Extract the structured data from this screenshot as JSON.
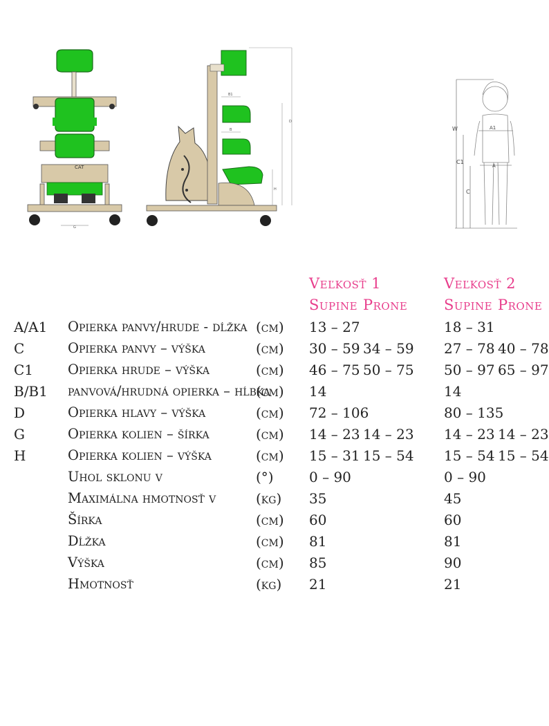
{
  "header": {
    "size1": "Veľkosť 1",
    "size2": "Veľkosť 2",
    "supine": "Supine",
    "prone": "Prone"
  },
  "figures": {
    "labels": {
      "w": "W",
      "a1": "A1",
      "a": "A",
      "c1": "C1",
      "c": "C",
      "cat": "CAT",
      "b1": "B1",
      "b": "B",
      "g": "G",
      "d": "D",
      "h": "H"
    }
  },
  "colors": {
    "accent": "#e83e8c",
    "green": "#1fc21f",
    "wood": "#d8c9a8"
  },
  "rows": [
    {
      "code": "A/A1",
      "desc": "Opierka panvy/hrude - dĺžka",
      "unit": "(cm)",
      "s1_supine": "13 – 27",
      "s1_prone": "",
      "s2_supine": "18 – 31",
      "s2_prone": ""
    },
    {
      "code": "C",
      "desc": "Opierka panvy – výška",
      "unit": "(cm)",
      "s1_supine": "30 – 59",
      "s1_prone": "34 – 59",
      "s2_supine": "27 – 78",
      "s2_prone": "40 – 78"
    },
    {
      "code": "C1",
      "desc": "Opierka hrude – výška",
      "unit": "(cm)",
      "s1_supine": "46 – 75",
      "s1_prone": "50 – 75",
      "s2_supine": "50 – 97",
      "s2_prone": "65 – 97"
    },
    {
      "code": "B/B1",
      "desc": "panvová/hrudná opierka – hĺbka",
      "unit": "(cm)",
      "s1_supine": "14",
      "s1_prone": "",
      "s2_supine": "14",
      "s2_prone": ""
    },
    {
      "code": "D",
      "desc": "Opierka hlavy – výška",
      "unit": "(cm)",
      "s1_supine": "72 – 106",
      "s1_prone": "",
      "s2_supine": "80 – 135",
      "s2_prone": ""
    },
    {
      "code": "G",
      "desc": "Opierka kolien – šírka",
      "unit": "(cm)",
      "s1_supine": "14 – 23",
      "s1_prone": "14 – 23",
      "s2_supine": "14 – 23",
      "s2_prone": "14 – 23"
    },
    {
      "code": "H",
      "desc": "Opierka kolien – výška",
      "unit": "(cm)",
      "s1_supine": "15 – 31",
      "s1_prone": "15 – 54",
      "s2_supine": "15 – 54",
      "s2_prone": "15 – 54"
    },
    {
      "code": "",
      "desc": "Uhol sklonu v",
      "unit": "(°)",
      "s1_supine": "0 – 90",
      "s1_prone": "",
      "s2_supine": "0 – 90",
      "s2_prone": ""
    },
    {
      "code": "",
      "desc": "Maximálna hmotnosť v",
      "unit": "(kg)",
      "s1_supine": "35",
      "s1_prone": "",
      "s2_supine": "45",
      "s2_prone": ""
    },
    {
      "code": "",
      "desc": "Šírka",
      "unit": "(cm)",
      "s1_supine": "60",
      "s1_prone": "",
      "s2_supine": "60",
      "s2_prone": ""
    },
    {
      "code": "",
      "desc": "Dĺžka",
      "unit": "(cm)",
      "s1_supine": "81",
      "s1_prone": "",
      "s2_supine": "81",
      "s2_prone": ""
    },
    {
      "code": "",
      "desc": "Výška",
      "unit": "(cm)",
      "s1_supine": "85",
      "s1_prone": "",
      "s2_supine": "90",
      "s2_prone": ""
    },
    {
      "code": "",
      "desc": "Hmotnosť",
      "unit": "(kg)",
      "s1_supine": "21",
      "s1_prone": "",
      "s2_supine": "21",
      "s2_prone": ""
    }
  ]
}
